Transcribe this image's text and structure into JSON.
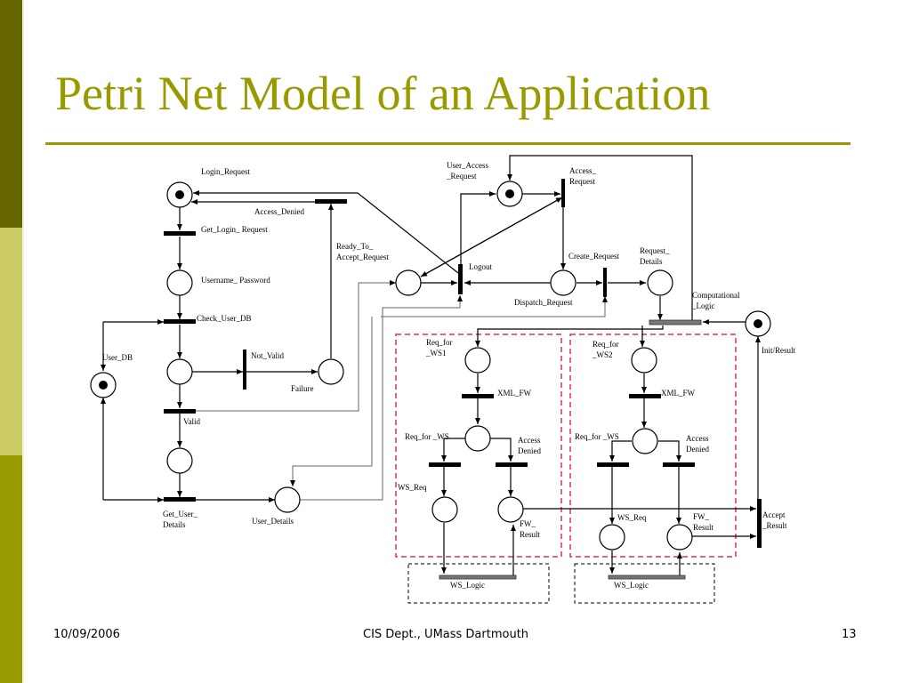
{
  "slide": {
    "title": "Petri Net Model of an Application",
    "footer": {
      "date": "10/09/2006",
      "center": "CIS Dept., UMass Dartmouth",
      "page": "13"
    },
    "colors": {
      "accent": "#999900",
      "sidebar_dark": "#666600",
      "sidebar_light": "#cccc66",
      "group_border": "#e0304a"
    }
  },
  "diagram": {
    "labels": {
      "login_request": "Login_Request",
      "access_denied": "Access_Denied",
      "get_login_request": "Get_Login_ Request",
      "ready_to_1": "Ready_To_",
      "ready_to_2": "Accept_Request",
      "username_password": "Username_ Password",
      "check_user_db": "Check_User_DB",
      "user_db": "User_DB",
      "not_valid": "Not_Valid",
      "failure": "Failure",
      "valid": "Valid",
      "get_user_1": "Get_User_",
      "get_user_2": "Details",
      "user_details": "User_Details",
      "user_access_1": "User_Access",
      "user_access_2": "_Request",
      "access_req_1": "Access_",
      "access_req_2": "Request",
      "logout": "Logout",
      "create_request": "Create_Request",
      "dispatch_request": "Dispatch_Request",
      "request_details_1": "Request_",
      "request_details_2": "Details",
      "computational_1": "Computational",
      "computational_2": "_Logic",
      "init_result": "Init/Result",
      "req_for_ws1_1": "Req_for",
      "req_for_ws1_2": "_WS1",
      "req_for_ws2_1": "Req_for",
      "req_for_ws2_2": "_WS2",
      "xml_fw_1": "XML_FW",
      "xml_fw_2": "XML_FW",
      "req_for_ws_a": "Req_for _WS",
      "req_for_ws_b": "Req_for _WS",
      "access_denied_a_1": "Access",
      "access_denied_a_2": "Denied",
      "access_denied_b_1": "Access",
      "access_denied_b_2": "Denied",
      "ws_req_a": "WS_Req",
      "ws_req_b": "WS_Req",
      "fw_result_a_1": "FW_",
      "fw_result_a_2": "Result",
      "fw_result_b_1": "FW_",
      "fw_result_b_2": "Result",
      "ws_logic_a": "WS_Logic",
      "ws_logic_b": "WS_Logic",
      "accept_result_1": "Accept",
      "accept_result_2": "_Result"
    },
    "places": [
      {
        "id": "login-request",
        "marked": true
      },
      {
        "id": "username-password",
        "marked": false
      },
      {
        "id": "user-db",
        "marked": true
      },
      {
        "id": "check-result",
        "marked": false
      },
      {
        "id": "failure",
        "marked": false
      },
      {
        "id": "valid-user",
        "marked": false
      },
      {
        "id": "user-details",
        "marked": false
      },
      {
        "id": "ready-to-accept",
        "marked": false
      },
      {
        "id": "user-access-request",
        "marked": true
      },
      {
        "id": "dispatch-request",
        "marked": false
      },
      {
        "id": "request-details",
        "marked": false
      },
      {
        "id": "init-result",
        "marked": true
      },
      {
        "id": "req-for-ws1",
        "marked": false
      },
      {
        "id": "ws1-fw",
        "marked": false
      },
      {
        "id": "ws1-req",
        "marked": false
      },
      {
        "id": "ws1-fw-result",
        "marked": false
      },
      {
        "id": "req-for-ws2",
        "marked": false
      },
      {
        "id": "ws2-fw",
        "marked": false
      },
      {
        "id": "ws2-req",
        "marked": false
      },
      {
        "id": "ws2-fw-result",
        "marked": false
      }
    ]
  }
}
